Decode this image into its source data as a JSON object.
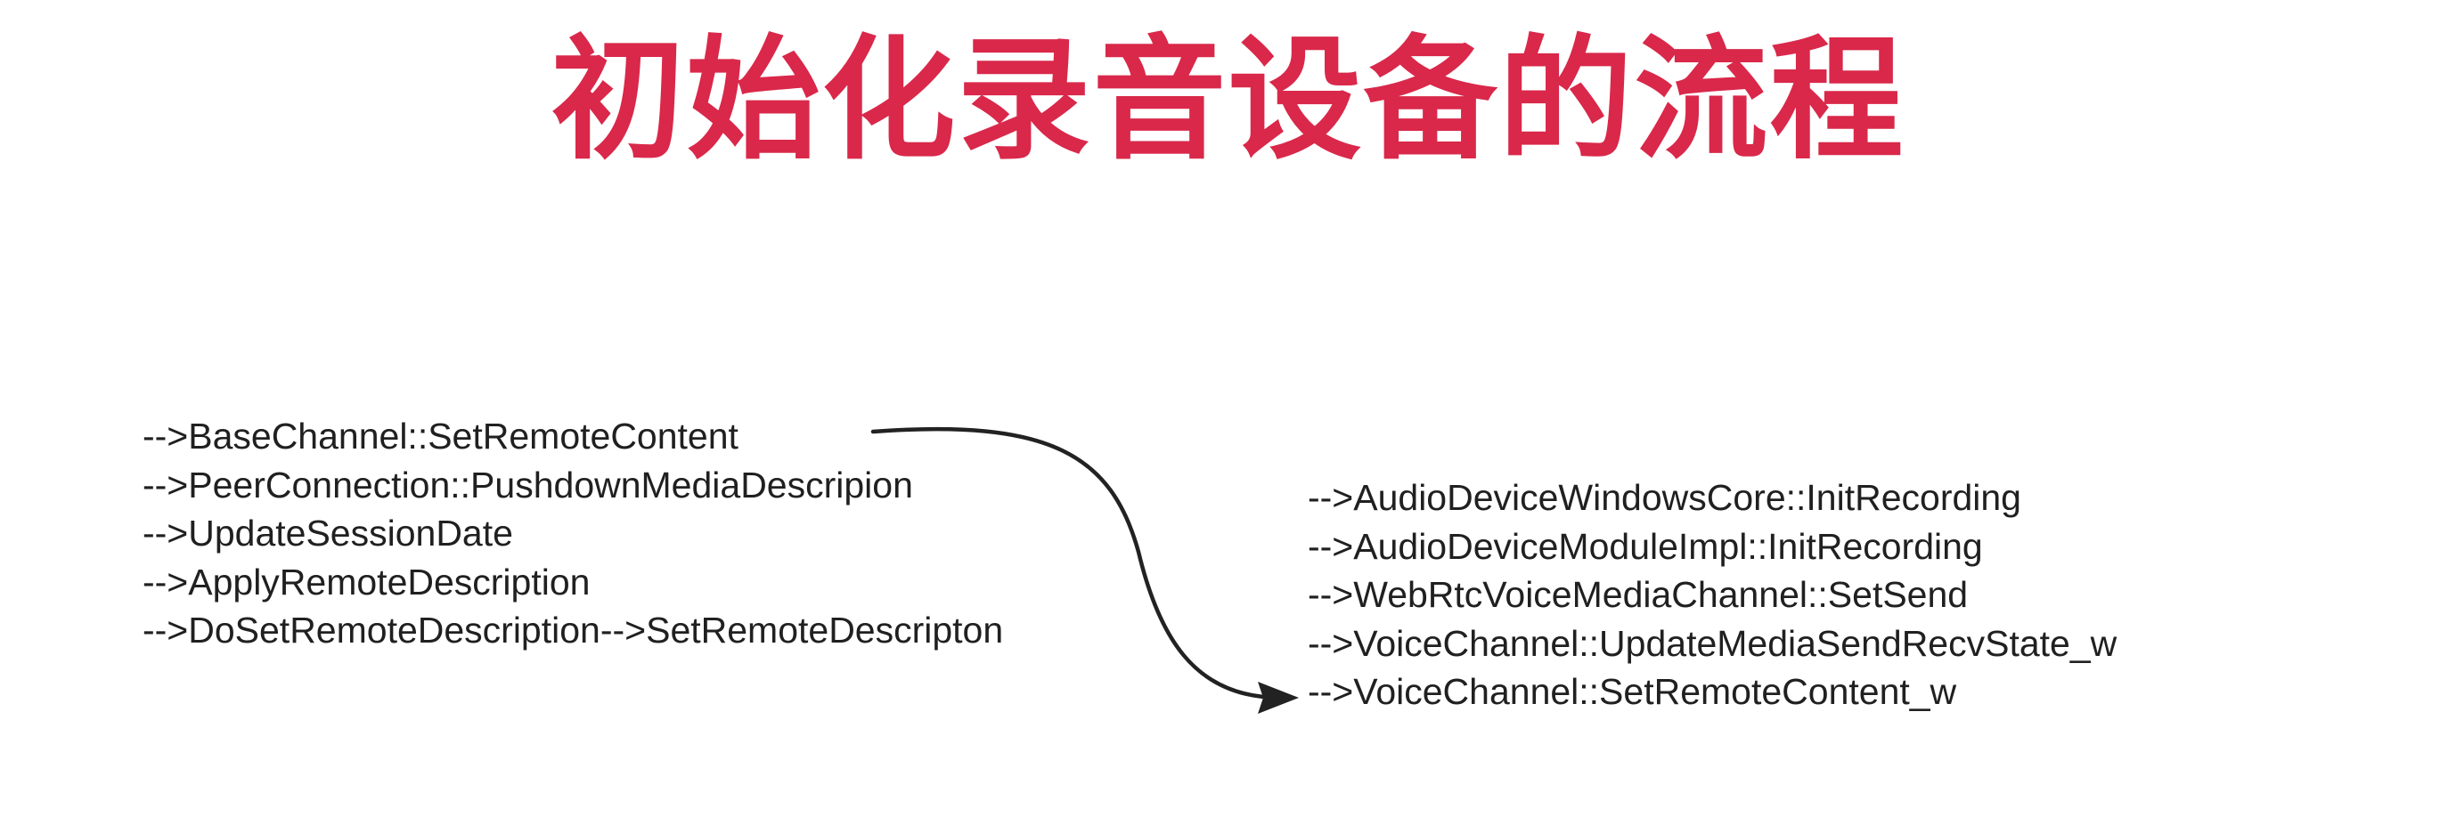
{
  "title": "初始化录音设备的流程",
  "left_flow": [
    "-->BaseChannel::SetRemoteContent",
    "-->PeerConnection::PushdownMediaDescripion",
    "-->UpdateSessionDate",
    "-->ApplyRemoteDescription",
    "-->DoSetRemoteDescription-->SetRemoteDescripton"
  ],
  "right_flow": [
    "-->AudioDeviceWindowsCore::InitRecording",
    "-->AudioDeviceModuleImpl::InitRecording",
    "-->WebRtcVoiceMediaChannel::SetSend",
    "-->VoiceChannel::UpdateMediaSendRecvState_w",
    "-->VoiceChannel::SetRemoteContent_w"
  ],
  "colors": {
    "title": "#d9284a",
    "text": "#202020",
    "connector": "#222222"
  }
}
